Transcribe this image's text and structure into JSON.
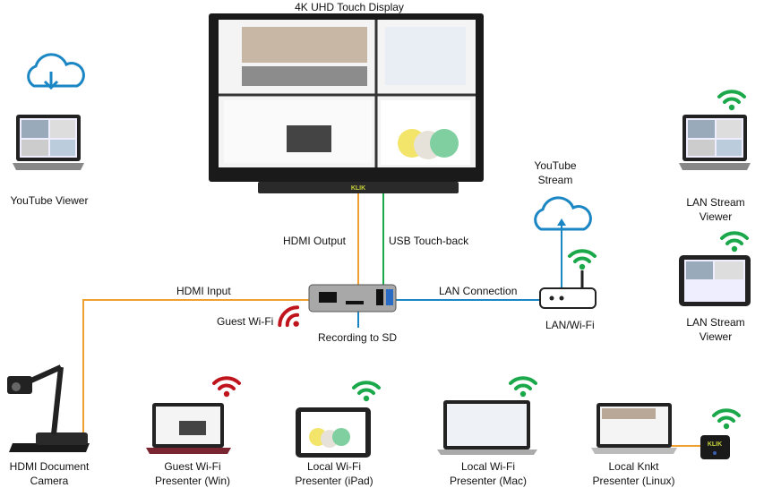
{
  "display": {
    "title": "4K UHD Touch Display",
    "brand": "KLIK"
  },
  "connections": {
    "hdmi_output": "HDMI Output",
    "usb_touchback": "USB Touch-back",
    "hdmi_input": "HDMI Input",
    "lan_connection": "LAN Connection",
    "guest_wifi": "Guest Wi-Fi",
    "recording": "Recording to SD"
  },
  "nodes": {
    "youtube_viewer": "YouTube Viewer",
    "youtube_stream": [
      "YouTube",
      "Stream"
    ],
    "lan_viewer_laptop": [
      "LAN Stream",
      "Viewer"
    ],
    "lan_viewer_tablet": [
      "LAN Stream",
      "Viewer"
    ],
    "router": "LAN/Wi-Fi",
    "doc_camera": [
      "HDMI Document",
      "Camera"
    ],
    "presenter_win": [
      "Guest Wi-Fi",
      "Presenter (Win)"
    ],
    "presenter_ipad": [
      "Local Wi-Fi",
      "Presenter (iPad)"
    ],
    "presenter_mac": [
      "Local Wi-Fi",
      "Presenter (Mac)"
    ],
    "presenter_linux": [
      "Local Knkt",
      "Presenter (Linux)"
    ],
    "knkt_brand": "KLIK"
  },
  "colors": {
    "hdmi": "#f0a030",
    "usb": "#1aa84a",
    "lan": "#1b86c4",
    "wifi_local": "#1aa84a",
    "wifi_guest": "#c0141c",
    "cloud": "#1b86c4"
  }
}
